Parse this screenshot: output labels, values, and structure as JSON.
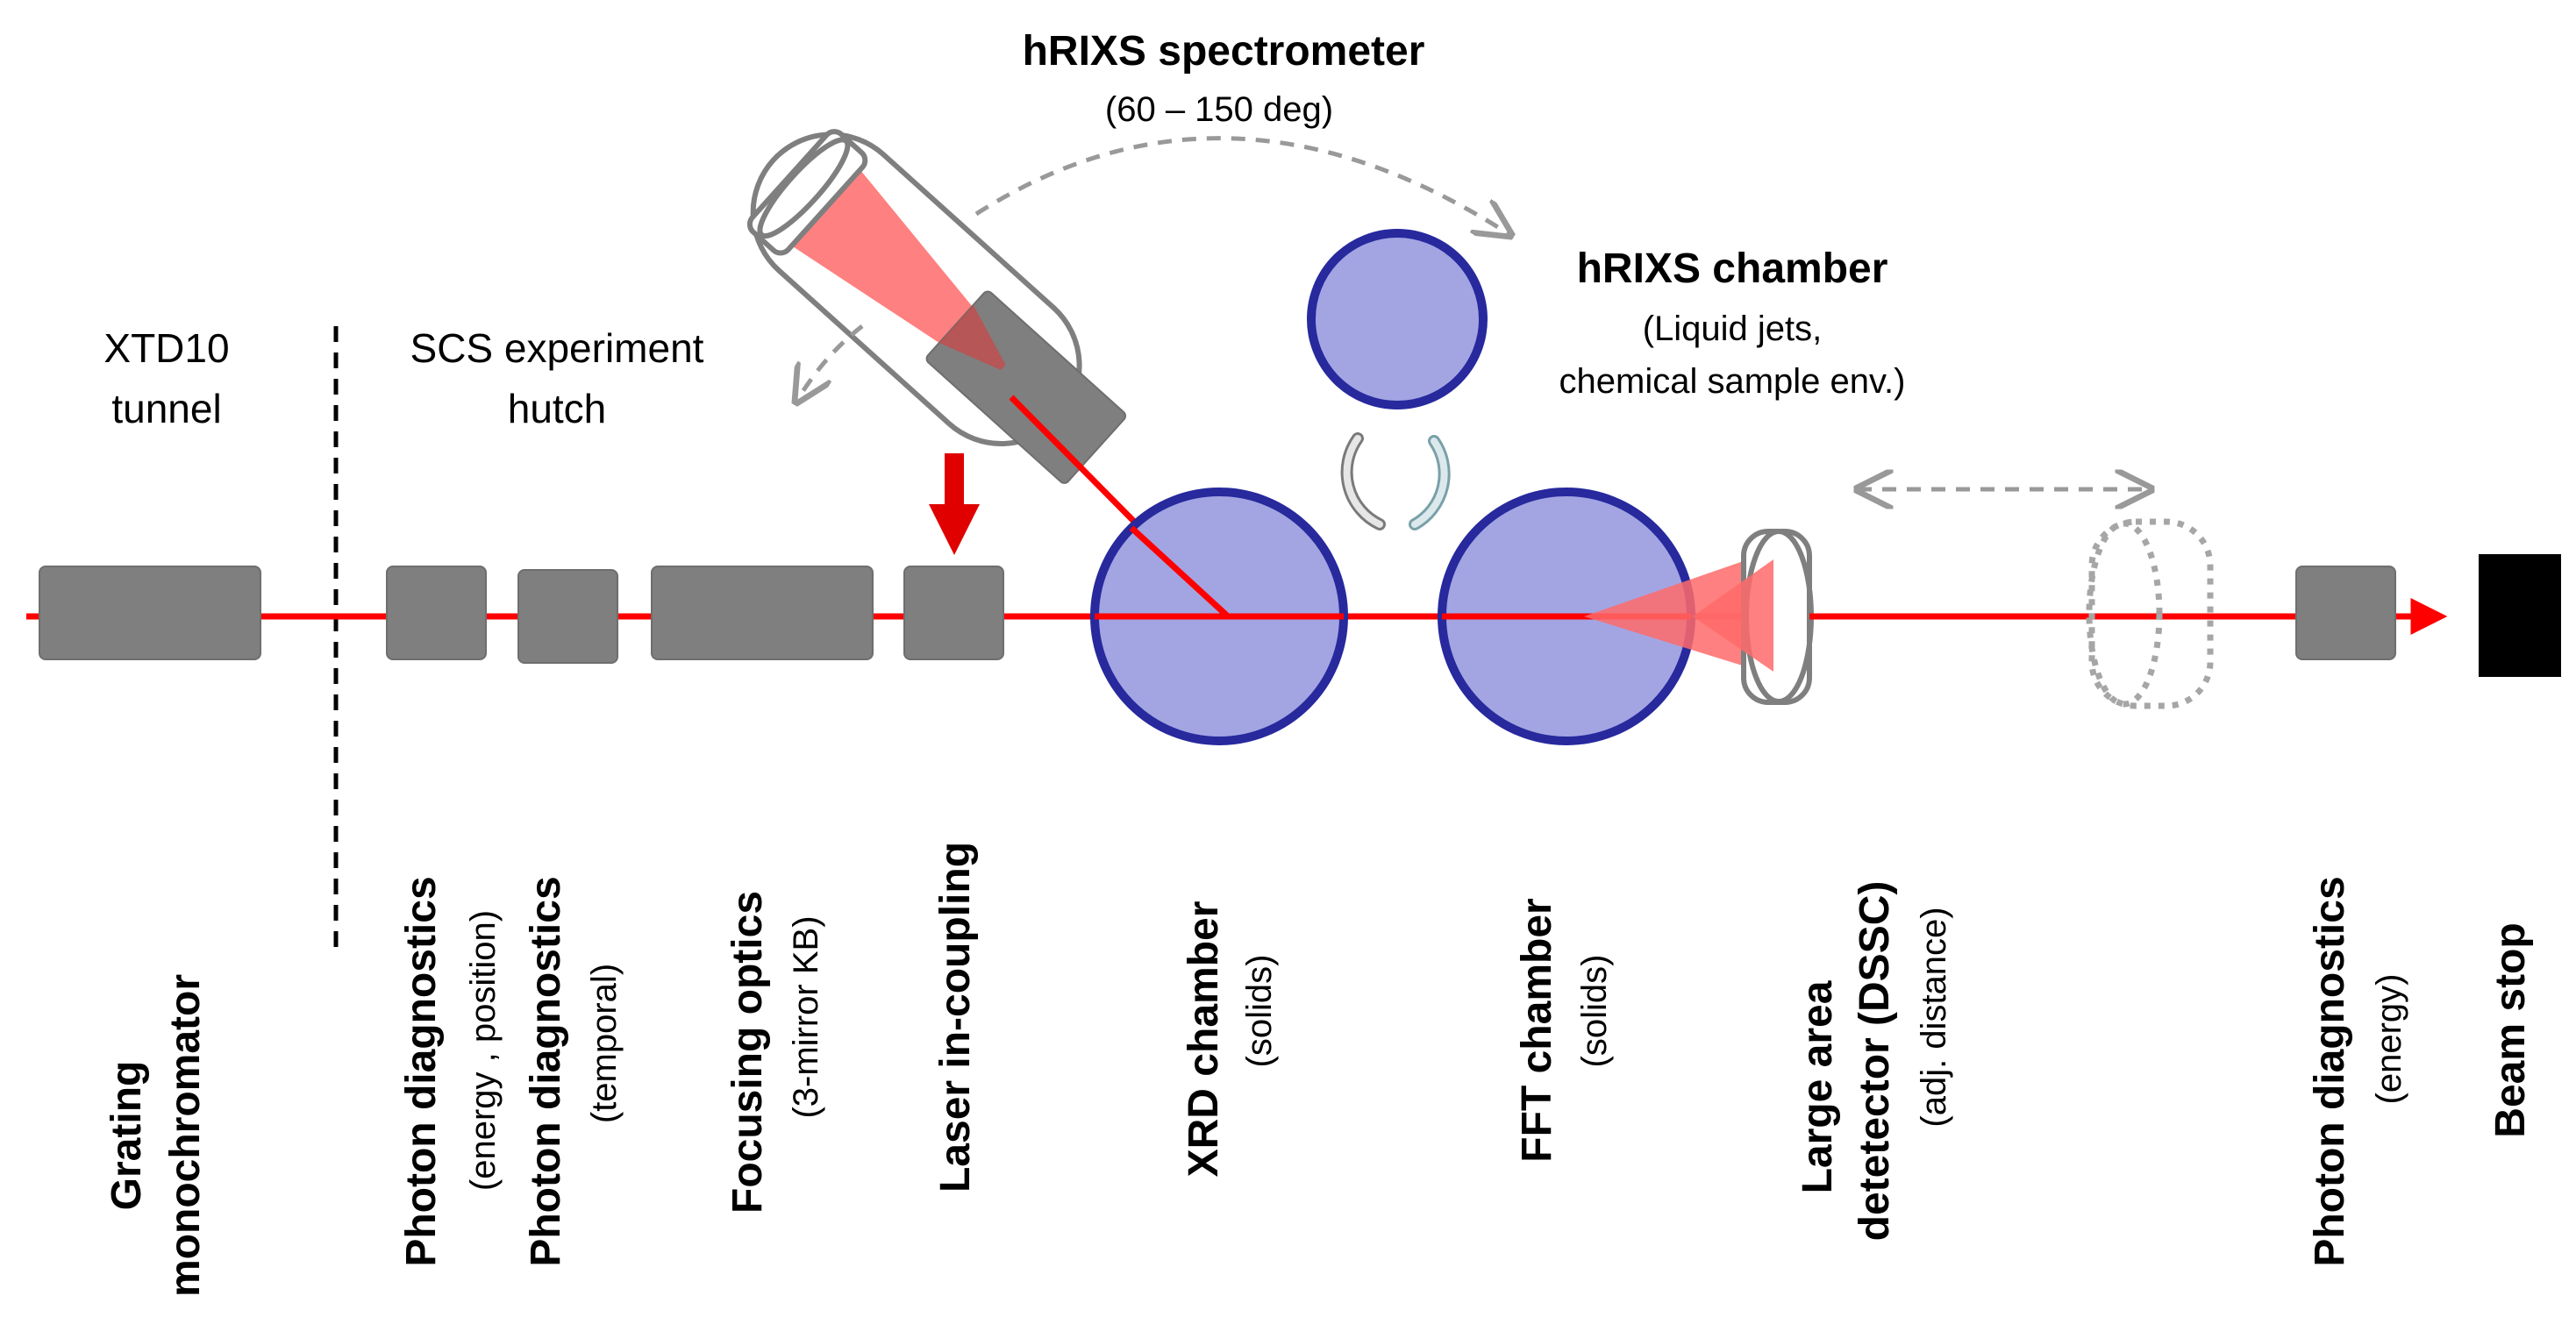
{
  "colors": {
    "beam": "#ff0000",
    "component_box": "#7f7f7f",
    "chamber_fill": "#a3a5e3",
    "chamber_stroke": "#27299d",
    "beam_cone": "#ff8080",
    "beam_stop": "#000000",
    "dashed_arrow": "#999999"
  },
  "top_labels": {
    "xtd10": [
      "XTD10",
      "tunnel"
    ],
    "scs": [
      "SCS experiment",
      "hutch"
    ],
    "hrixs_spectrometer": {
      "title": "hRIXS spectrometer",
      "range": "(60 – 150 deg)"
    },
    "hrixs_chamber": {
      "title": "hRIXS chamber",
      "sub": [
        "(Liquid jets,",
        "chemical sample env.)"
      ]
    }
  },
  "components": [
    {
      "id": "grating",
      "title": [
        "Grating",
        "monochromator"
      ],
      "sub": []
    },
    {
      "id": "photon_diag_1",
      "title": [
        "Photon diagnostics"
      ],
      "sub": [
        "(energy , position)"
      ]
    },
    {
      "id": "photon_diag_2",
      "title": [
        "Photon diagnostics"
      ],
      "sub": [
        "(temporal)"
      ]
    },
    {
      "id": "focusing",
      "title": [
        "Focusing optics"
      ],
      "sub": [
        "(3-mirror KB)"
      ]
    },
    {
      "id": "laser",
      "title": [
        "Laser in-coupling"
      ],
      "sub": []
    },
    {
      "id": "xrd",
      "title": [
        "XRD chamber"
      ],
      "sub": [
        "(solids)"
      ]
    },
    {
      "id": "fft",
      "title": [
        "FFT chamber"
      ],
      "sub": [
        "(solids)"
      ]
    },
    {
      "id": "detector",
      "title": [
        "Large area",
        "detetector (DSSC)"
      ],
      "sub": [
        "(adj. distance)"
      ]
    },
    {
      "id": "photon_diag_3",
      "title": [
        "Photon diagnostics"
      ],
      "sub": [
        "(energy)"
      ]
    },
    {
      "id": "beam_stop",
      "title": [
        "Beam stop"
      ],
      "sub": []
    }
  ]
}
